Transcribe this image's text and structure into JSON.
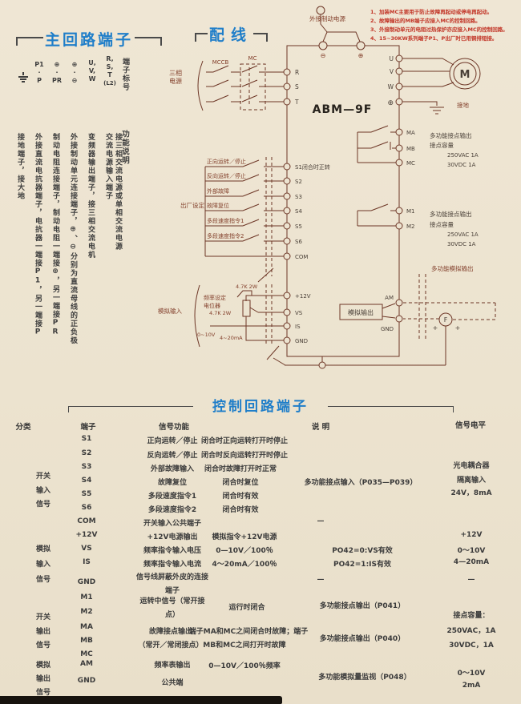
{
  "main_terminals": {
    "title": "主回路端子",
    "header_terminal": "端子标号",
    "header_function": "功能说明",
    "ground_desc": "接地端子，接大地",
    "cols": [
      {
        "label_lines": [
          "P1",
          "·",
          "P"
        ],
        "desc": "外接直流电抗器端子，电抗器一端接P1，另一端接P"
      },
      {
        "label_lines": [
          "⊕",
          "·",
          "PR"
        ],
        "desc": "制动电阻连接端子，制动电阻一端接⊕，另一端接PR"
      },
      {
        "label_lines": [
          "⊕",
          "·",
          "⊖"
        ],
        "desc": "外接制动单元连接端子，⊕、⊖分别为直流母线的正负极"
      },
      {
        "label_lines": [
          "U,",
          "V,",
          "W"
        ],
        "desc": "变频器输出端子，接三相交流电机"
      },
      {
        "label_lines": [
          "R,",
          "S,",
          "T",
          "(L2)"
        ],
        "desc": "交流电源输入端子",
        "desc2": "接三相交流电源或单相交流电源"
      }
    ]
  },
  "wiring": {
    "title": "配线",
    "notes": [
      "1、加装MC主要用于防止故障再起动或停电再起动。",
      "2、故障输出的MB端子应接入MC的控制回路。",
      "3、外接制动单元的电阻过热保护亦应接入MC的控制回路。",
      "4、15~30KW系列端子P1、P出厂时已用铜排短接。"
    ],
    "labels": {
      "brake_supply": "外接制动电源",
      "three_phase_1": "三相",
      "three_phase_2": "电源",
      "mccb": "MCCB",
      "mc": "MC",
      "dc_minus": "⊖",
      "dc_plus": "⊕",
      "model": "ABM—9F",
      "factory": "出厂设定",
      "analog_in": "模拟输入",
      "freq_pot_1": "频率设定",
      "freq_pot_2": "电位器",
      "r_top": "4.7K 2W",
      "r_left": "4.7K 2W",
      "v_range": "0~10V",
      "i_range": "4~20mA",
      "ground": "接地",
      "motor": "M",
      "pe": "⊕",
      "analog_out_block": "模拟输出",
      "multi_analog_out": "多功能模拟输出",
      "meter": "F",
      "plus": "+"
    },
    "inputs": [
      "正向运转／停止",
      "反向运转／停止",
      "外部故障",
      "故障复位",
      "多段速度指令1",
      "多段速度指令2"
    ],
    "rst": [
      "R",
      "S",
      "T"
    ],
    "ctrl_terms": [
      "S1闭合时正转",
      "S2",
      "S3",
      "S4",
      "S5",
      "S6",
      "COM"
    ],
    "analog_terms": [
      "+12V",
      "VS",
      "IS",
      "GND"
    ],
    "uvw": [
      "U",
      "V",
      "W"
    ],
    "relay_terms": [
      "MA",
      "MB",
      "MC",
      "M1",
      "M2"
    ],
    "out_terms": [
      "AM",
      "GND"
    ],
    "relay1": {
      "a": "多功能接点输出",
      "b": "接点容量",
      "c": "250VAC 1A",
      "d": "30VDC 1A"
    },
    "relay2": {
      "a": "多功能接点输出",
      "b": "接点容量",
      "c": "250VAC 1A",
      "d": "30VDC 1A"
    }
  },
  "control_table": {
    "title": "控制回路端子",
    "headers": {
      "cat": "分类",
      "term": "端子",
      "func": "信号功能",
      "desc": "说 明",
      "level": "信号电平"
    },
    "categories": [
      {
        "l1": "开关",
        "l2": "输入",
        "l3": "信号"
      },
      {
        "l1": "模拟",
        "l2": "输入",
        "l3": "信号"
      },
      {
        "l1": "开关",
        "l2": "输出",
        "l3": "信号"
      },
      {
        "l1": "模拟",
        "l2": "输出",
        "l3": "信号"
      }
    ],
    "rows": [
      {
        "t": "S1",
        "f": "正向运转／停止",
        "d1": "闭合时正向运转打开时停止"
      },
      {
        "t": "S2",
        "f": "反向运转／停止",
        "d1": "闭合时反向运转打开时停止"
      },
      {
        "t": "S3",
        "f": "外部故障输入",
        "d1": "闭合时故障打开时正常"
      },
      {
        "t": "S4",
        "f": "故障复位",
        "d1": "闭合时复位",
        "d2": "多功能接点输入（P035—P039）"
      },
      {
        "t": "S5",
        "f": "多段速度指令1",
        "d1": "闭合时有效"
      },
      {
        "t": "S6",
        "f": "多段速度指令2",
        "d1": "闭合时有效"
      },
      {
        "t": "COM",
        "f": "开关输入公共端子",
        "d1": "—"
      },
      {
        "t": "+12V",
        "f": "+12V电源输出",
        "d1": "模拟指令+12V电源",
        "lv": "+12V"
      },
      {
        "t": "VS",
        "f": "频率指令输入电压",
        "d1": "0—10V／100％",
        "d2": "PO42=0:VS有效",
        "lv": "0～10V"
      },
      {
        "t": "IS",
        "f": "频率指令输入电流",
        "d1": "4～20mA／100％",
        "d2": "PO42=1:IS有效",
        "lv": "4—20mA"
      },
      {
        "t": "GND",
        "f1": "信号线屏蔽外皮的连接",
        "f2": "端子",
        "d1": "—",
        "lv": "—"
      },
      {
        "t1": "M1",
        "t2": "M2",
        "f1": "运转中信号（常开接",
        "f2": "点）",
        "d1": "运行时闭合",
        "d2": "多功能接点输出（P041）",
        "lv": "接点容量："
      },
      {
        "t1": "MA",
        "t2": "MB",
        "t3": "MC",
        "f1": "故障接点输出",
        "f2": "（常开／常闭接点）",
        "d1a": "端子MA和MC之间闭合时故障；端子",
        "d1b": "MB和MC之间打开时故障",
        "d2": "多功能接点输出（P040）",
        "lv1": "250VAC，1A",
        "lv2": "30VDC，1A"
      },
      {
        "t": "AM",
        "f": "频率表输出",
        "d1": "0—10V／100％频率",
        "lv": "0～10V"
      },
      {
        "t": "GND",
        "f": "公共端",
        "d2": "多功能模拟量监视（P048）",
        "lv": "2mA"
      }
    ],
    "opto": {
      "l1": "光电耦合器",
      "l2": "隔离输入",
      "l3": "24V，8mA"
    }
  }
}
